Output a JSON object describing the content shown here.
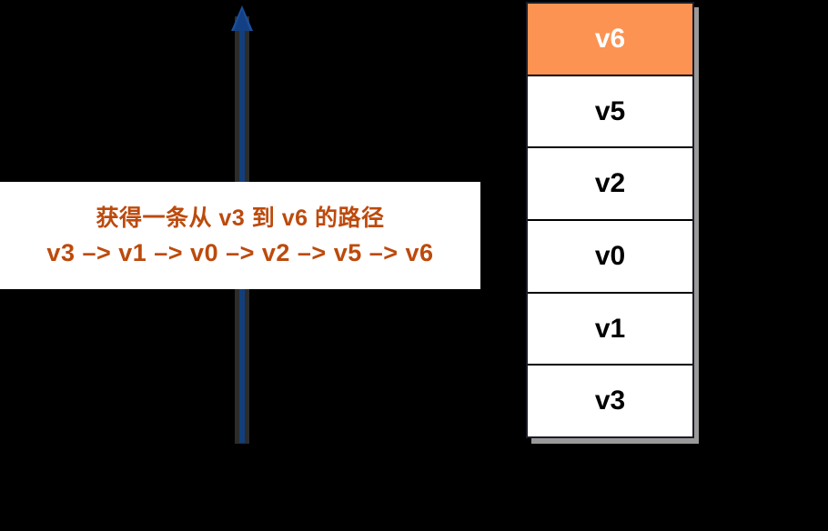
{
  "scene": {
    "background_color": "#000000",
    "title": "DFS path-finding stack visualization"
  },
  "arrow": {
    "name": "upward-arrow",
    "direction": "up",
    "shaft_color": "#123f7c",
    "head_color": "#1b4f9c",
    "shadow_color": "#2c2c2c"
  },
  "caption": {
    "background_color": "#ffffff",
    "text_color": "#bd4a0c",
    "line1": "获得一条从 v3 到 v6 的路径",
    "line2": "v3 –> v1 –> v0 –> v2 –> v5 –> v6"
  },
  "stack": {
    "name": "path-stack",
    "border_color": "#1c1c28",
    "shadow_color": "#9a9a9a",
    "highlight_color": "#fc9352",
    "cell_text_color": "#000000",
    "highlight_text_color": "#ffffff",
    "cells": [
      {
        "label": "v6",
        "highlighted": true
      },
      {
        "label": "v5",
        "highlighted": false
      },
      {
        "label": "v2",
        "highlighted": false
      },
      {
        "label": "v0",
        "highlighted": false
      },
      {
        "label": "v1",
        "highlighted": false
      },
      {
        "label": "v3",
        "highlighted": false
      }
    ]
  }
}
